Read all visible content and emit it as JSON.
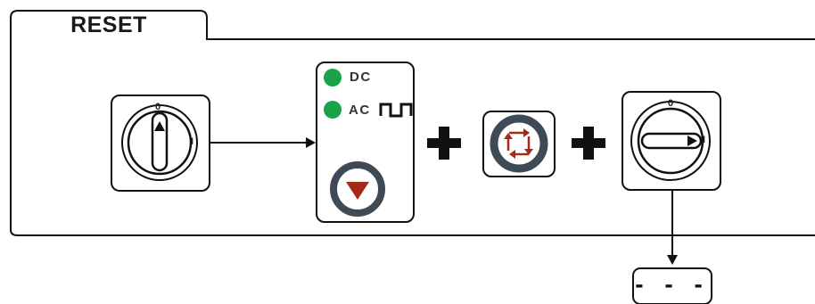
{
  "title": "RESET",
  "indicators": [
    {
      "label": "DC",
      "color": "#1aa34a"
    },
    {
      "label": "AC",
      "color": "#1aa34a"
    }
  ],
  "main_switch": {
    "pos_off": "0",
    "pos_on": "I"
  },
  "second_switch": {
    "pos_off": "0",
    "pos_on": "I"
  },
  "display_text": "- - -",
  "colors": {
    "button_ring": "#3e4a55",
    "arrow_red": "#a52a1a",
    "outline": "#111111"
  },
  "icons": [
    "rotary-switch-off-icon",
    "indicator-led-icon",
    "ac-square-wave-icon",
    "down-arrow-button-icon",
    "plus-icon",
    "rotate-arrows-button-icon",
    "rotary-switch-on-icon",
    "arrow-icon"
  ]
}
